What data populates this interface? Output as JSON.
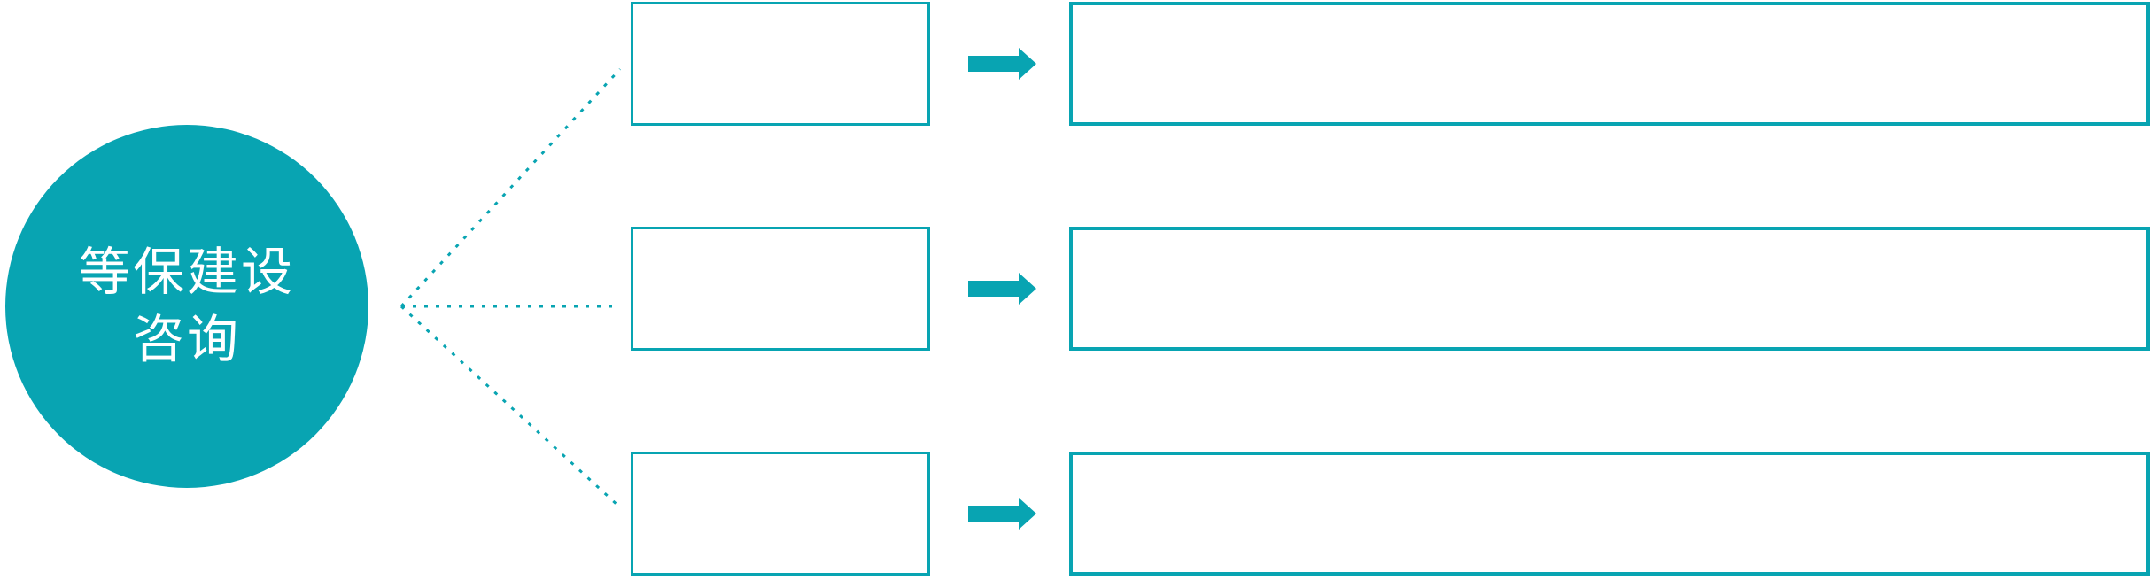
{
  "colors": {
    "accent": "#08a4b2",
    "box_fill": "#ffffff",
    "text_on_accent": "#ffffff"
  },
  "root_node": {
    "line1": "等保建设",
    "line2": "咨询"
  },
  "icons": {
    "arrow": "arrow-right-icon",
    "connector": "dotted-fan-lines"
  },
  "rows": [
    {
      "branch_label": "",
      "detail_label": ""
    },
    {
      "branch_label": "",
      "detail_label": ""
    },
    {
      "branch_label": "",
      "detail_label": ""
    }
  ]
}
